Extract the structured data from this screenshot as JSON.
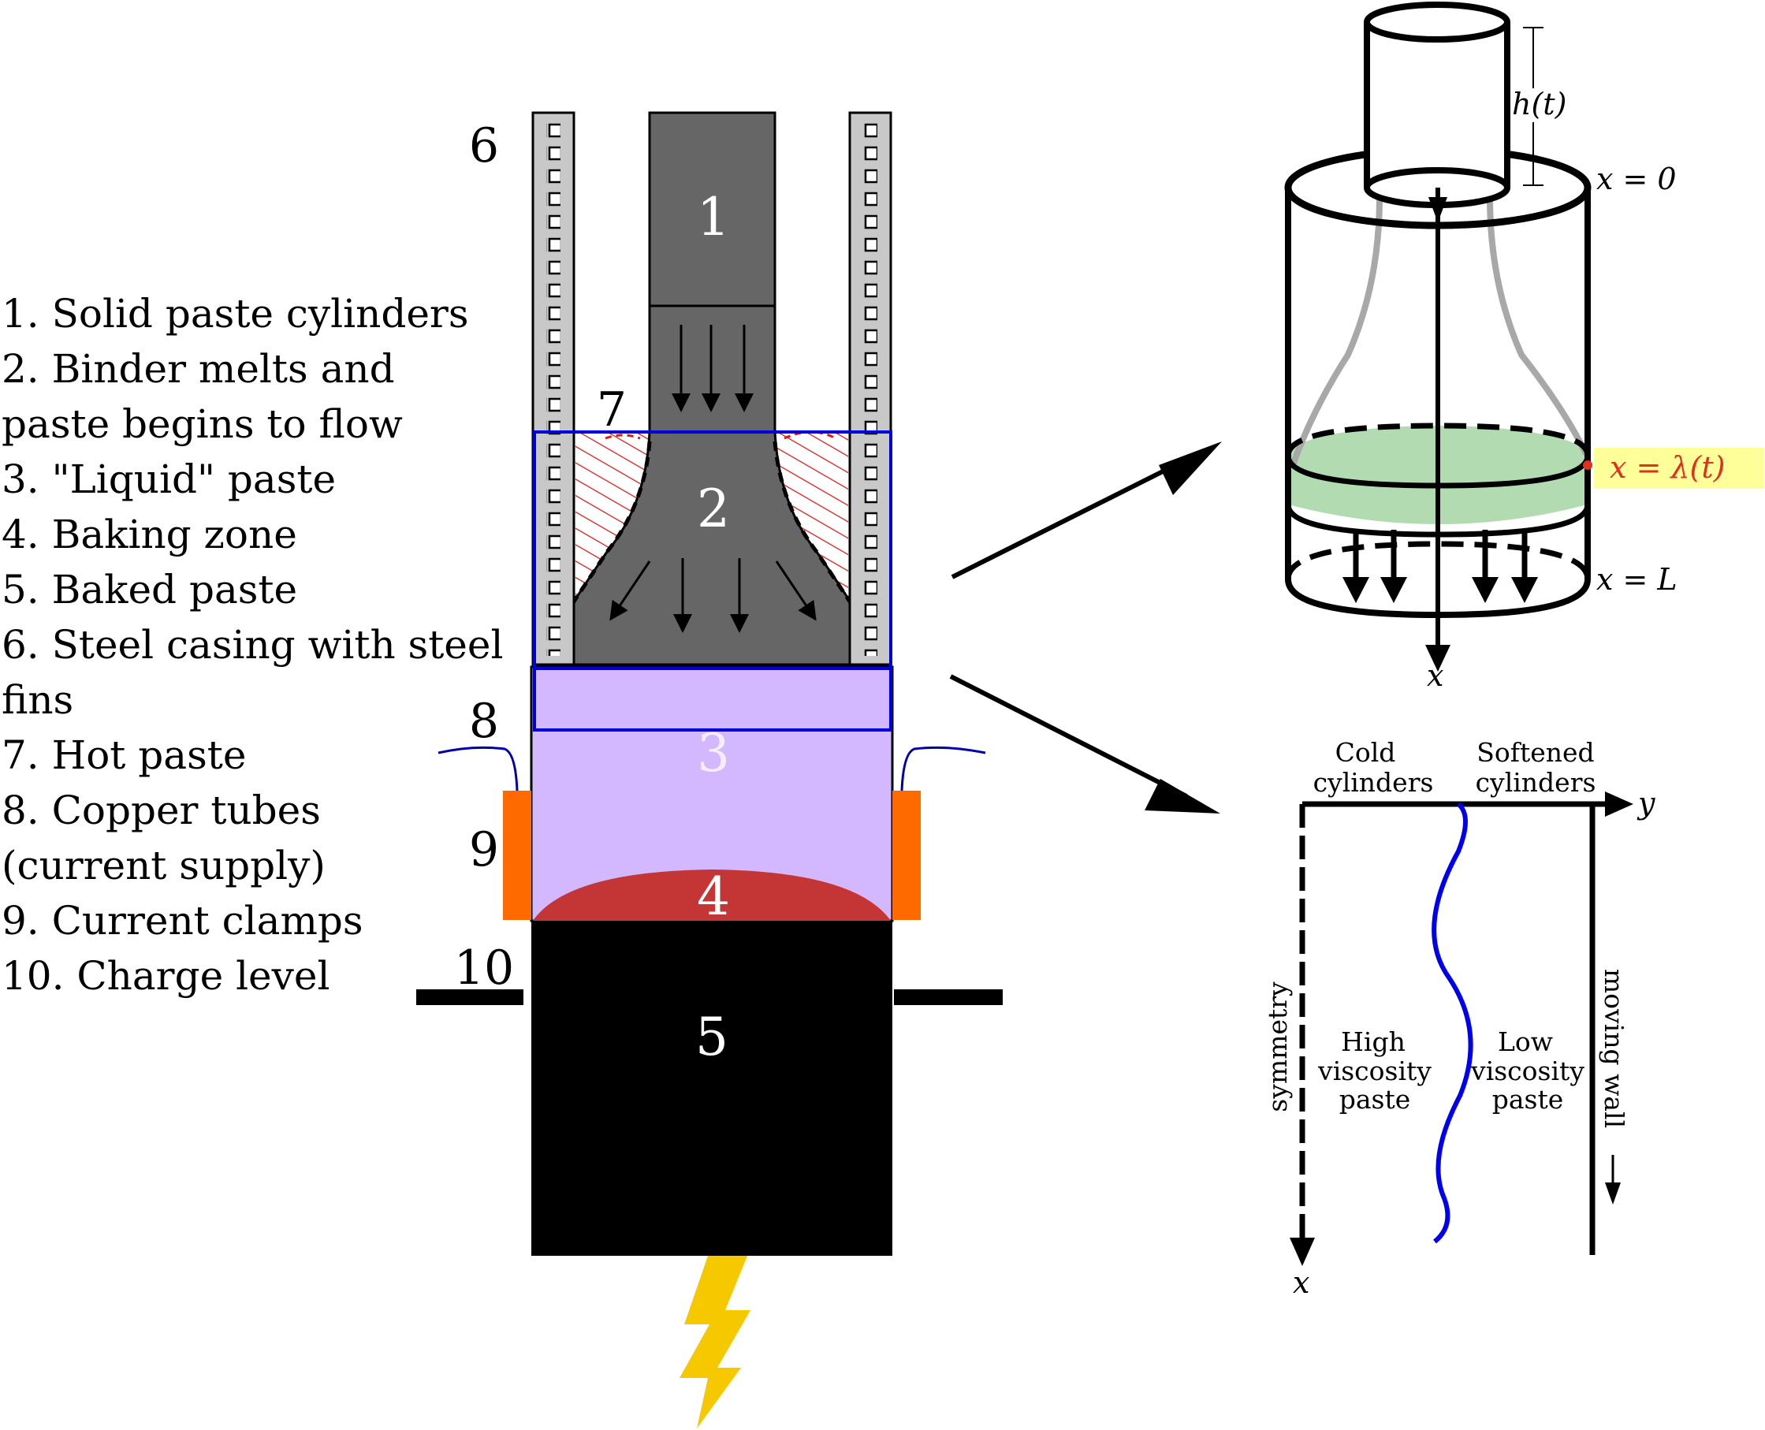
{
  "legend": [
    "1. Solid paste cylinders",
    "2. Binder melts and",
    "paste begins to flow",
    "3. \"Liquid\" paste",
    "4. Baking zone",
    "5. Baked paste",
    "6. Steel casing with steel",
    "fins",
    "7.  Hot paste",
    "8. Copper tubes",
    "(current supply)",
    "9. Current clamps",
    "10. Charge level"
  ],
  "electrode_numbers": {
    "n1": "1",
    "n2": "2",
    "n3": "3",
    "n4": "4",
    "n5": "5",
    "n6": "6",
    "n7": "7",
    "n8": "8",
    "n9": "9",
    "n10": "10"
  },
  "cylinder_model": {
    "h_label": "h(t)",
    "x0_label": "x = 0",
    "xlambda_label": "x = λ(t)",
    "xL_label": "x = L",
    "x_axis_label": "x"
  },
  "flow_model": {
    "cold_line1": "Cold",
    "cold_line2": "cylinders",
    "soft_line1": "Softened",
    "soft_line2": "cylinders",
    "y_axis_label": "y",
    "x_axis_label": "x",
    "symmetry_label": "symmetry",
    "moving_wall_label": "moving wall",
    "high_line1": "High",
    "high_line2": "viscosity",
    "high_line3": "paste",
    "low_line1": "Low",
    "low_line2": "viscosity",
    "low_line3": "paste"
  },
  "colors": {
    "solid_paste": "#666666",
    "liquid_paste": "#d4b8ff",
    "baking_zone": "#c43535",
    "baked_paste": "#000000",
    "clamp": "#ff6a00",
    "casing_fin": "#c8c8c8",
    "hot_paste_hatch": "#e01818",
    "zoom_box": "#0000dd",
    "melt_front_band": "#b2dbb2",
    "interface_curve": "#0000ee",
    "lightning": "#f5c800",
    "highlight": "#ffff99"
  }
}
